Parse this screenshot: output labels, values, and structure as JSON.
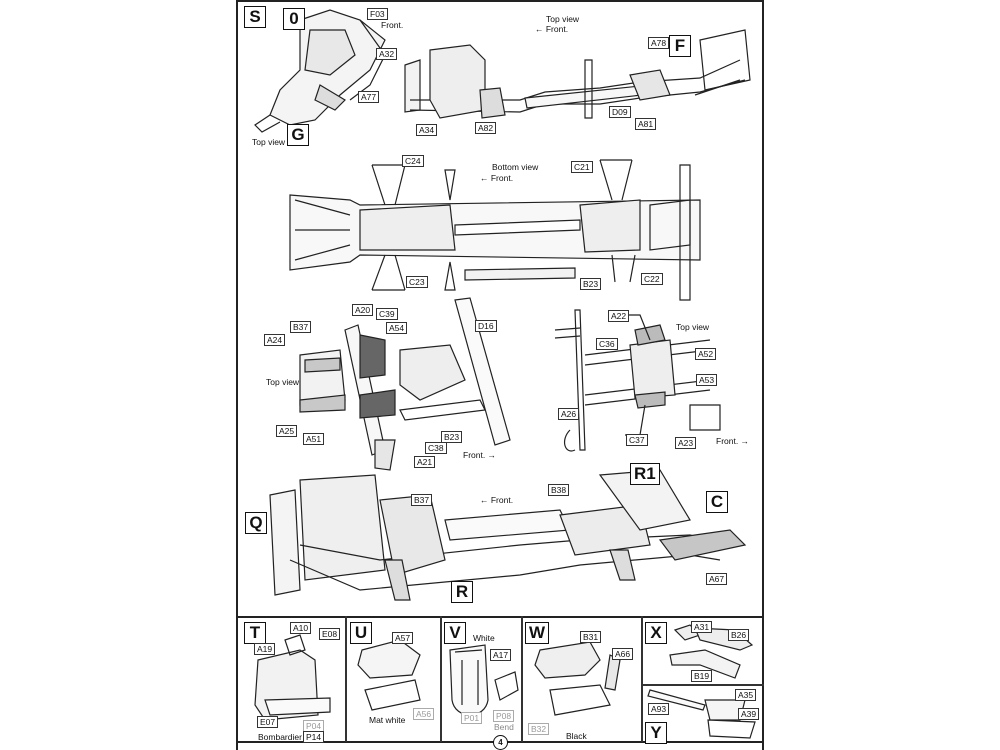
{
  "page_number": "4",
  "colors": {
    "line": "#222222",
    "fill_grey": "#bdbdbd",
    "fill_dark": "#555555"
  },
  "steps": {
    "S": {
      "letter": "S",
      "sub": "0",
      "sub2": "G",
      "labels": [
        "F03",
        "A32",
        "A77"
      ],
      "front": "Front.",
      "view": "Top view"
    },
    "top_chassis": {
      "view": "Top view",
      "front": "← Front.",
      "letter": "F",
      "labels": [
        "A78",
        "A34",
        "A82",
        "D09",
        "A81"
      ]
    },
    "bottom_chassis": {
      "view": "Bottom view",
      "front": "← Front.",
      "labels": [
        "C24",
        "C21",
        "C23",
        "B23",
        "C22"
      ]
    },
    "front_susp": {
      "view": "Top view",
      "front": "Front. →",
      "labels": [
        "A20",
        "C39",
        "B37",
        "A54",
        "A24",
        "D16",
        "A25",
        "A51",
        "B23",
        "C38",
        "A21"
      ]
    },
    "rear_susp": {
      "view": "Top view",
      "front": "Front. →",
      "labels": [
        "A22",
        "C36",
        "A52",
        "A53",
        "A26",
        "C37",
        "A23"
      ]
    },
    "assembly": {
      "front": "← Front.",
      "letters": [
        "R1",
        "C",
        "Q",
        "R"
      ],
      "labels": [
        "B37",
        "B38",
        "A67"
      ]
    },
    "T": {
      "letter": "T",
      "labels": [
        "A10",
        "E08",
        "A19",
        "E07",
        "P14"
      ],
      "grey_labels": [
        "P04"
      ],
      "note": "Bombardier"
    },
    "U": {
      "letter": "U",
      "labels": [
        "A57"
      ],
      "grey_labels": [
        "A56"
      ],
      "note": "Mat white"
    },
    "V": {
      "letter": "V",
      "labels": [
        "A17"
      ],
      "grey_labels": [
        "P01",
        "P08"
      ],
      "note_top": "White",
      "note": "Bend"
    },
    "W": {
      "letter": "W",
      "labels": [
        "B31",
        "A66"
      ],
      "grey_labels": [
        "B32"
      ],
      "note": "Black"
    },
    "X": {
      "letter": "X",
      "labels": [
        "A31",
        "B26",
        "B19"
      ]
    },
    "Y": {
      "letter": "Y",
      "labels": [
        "A35",
        "A93",
        "A39"
      ]
    }
  }
}
